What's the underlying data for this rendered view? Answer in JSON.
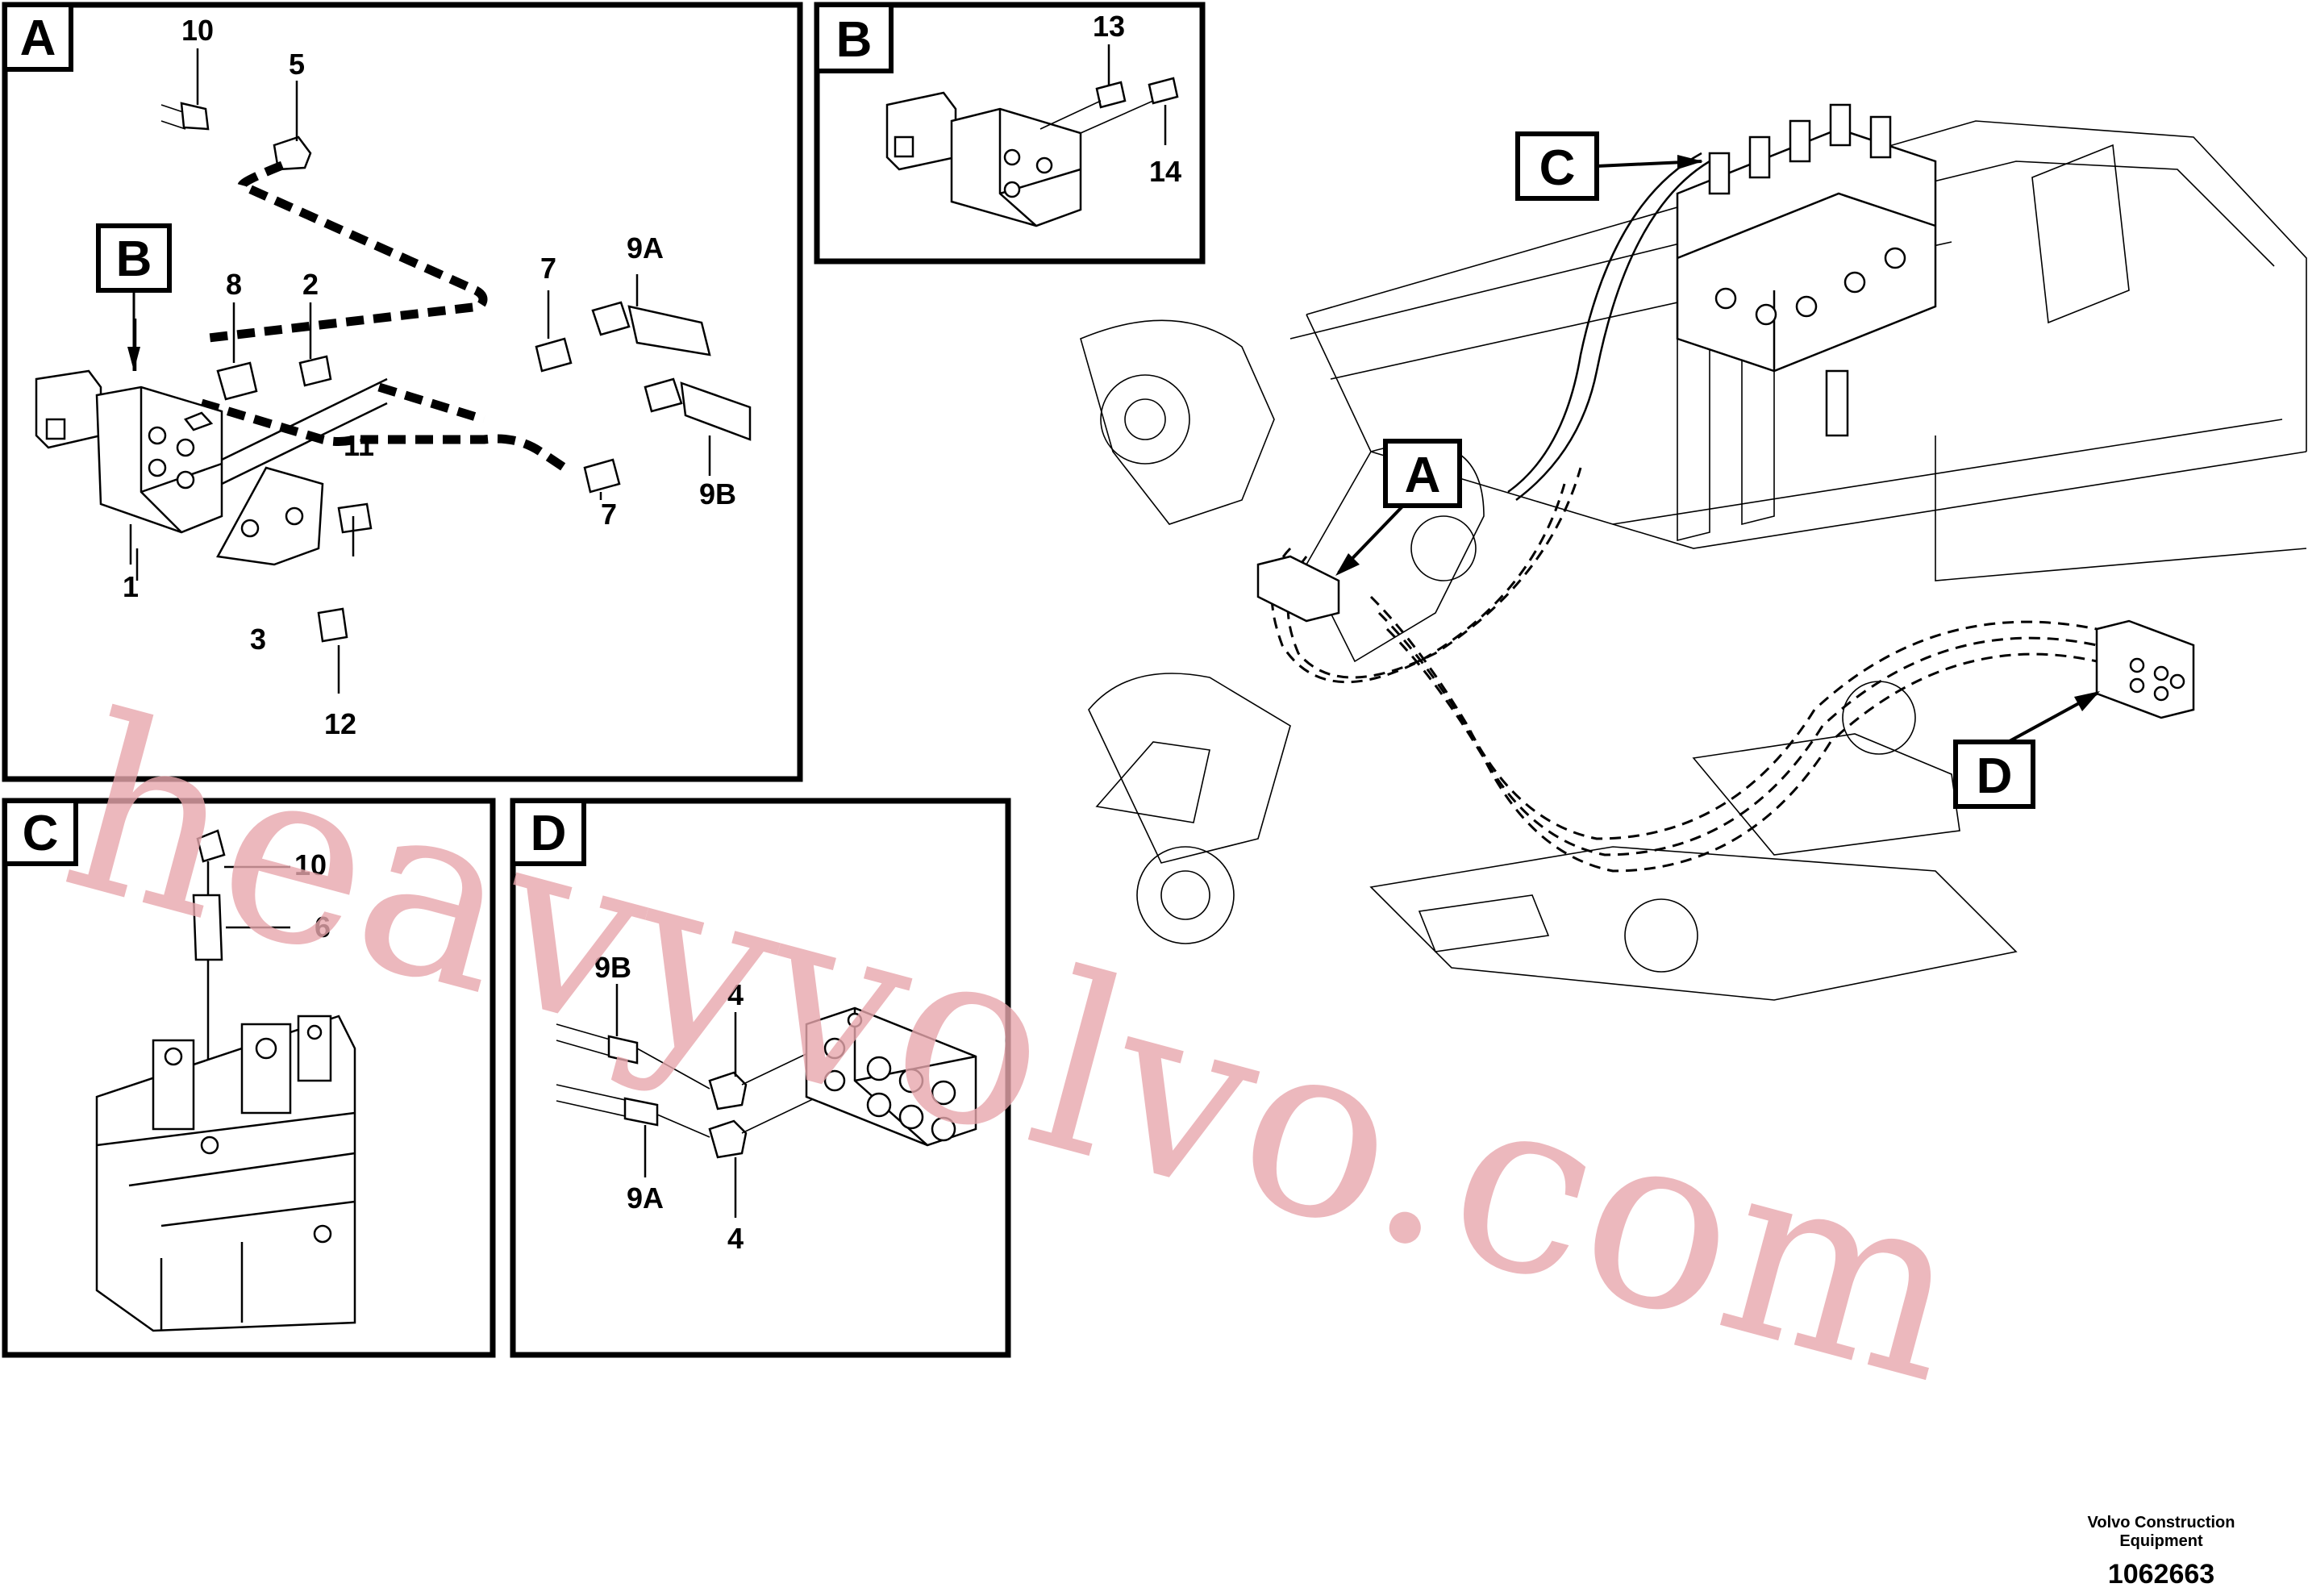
{
  "callout_frames": [
    {
      "letter": "A",
      "labels": [
        "10",
        "5",
        "B",
        "8",
        "2",
        "7",
        "9A",
        "11",
        "1",
        "3",
        "12",
        "7",
        "9B"
      ]
    },
    {
      "letter": "B",
      "labels": [
        "13",
        "14"
      ]
    },
    {
      "letter": "C",
      "labels": [
        "10",
        "6"
      ]
    },
    {
      "letter": "D",
      "labels": [
        "9B",
        "4",
        "9A",
        "4"
      ]
    }
  ],
  "overview_tags": [
    "C",
    "A",
    "D"
  ],
  "watermark": "heavyvolvo.com",
  "credit": {
    "line1": "Volvo Construction",
    "line2": "Equipment"
  },
  "doc_number": "1062663"
}
